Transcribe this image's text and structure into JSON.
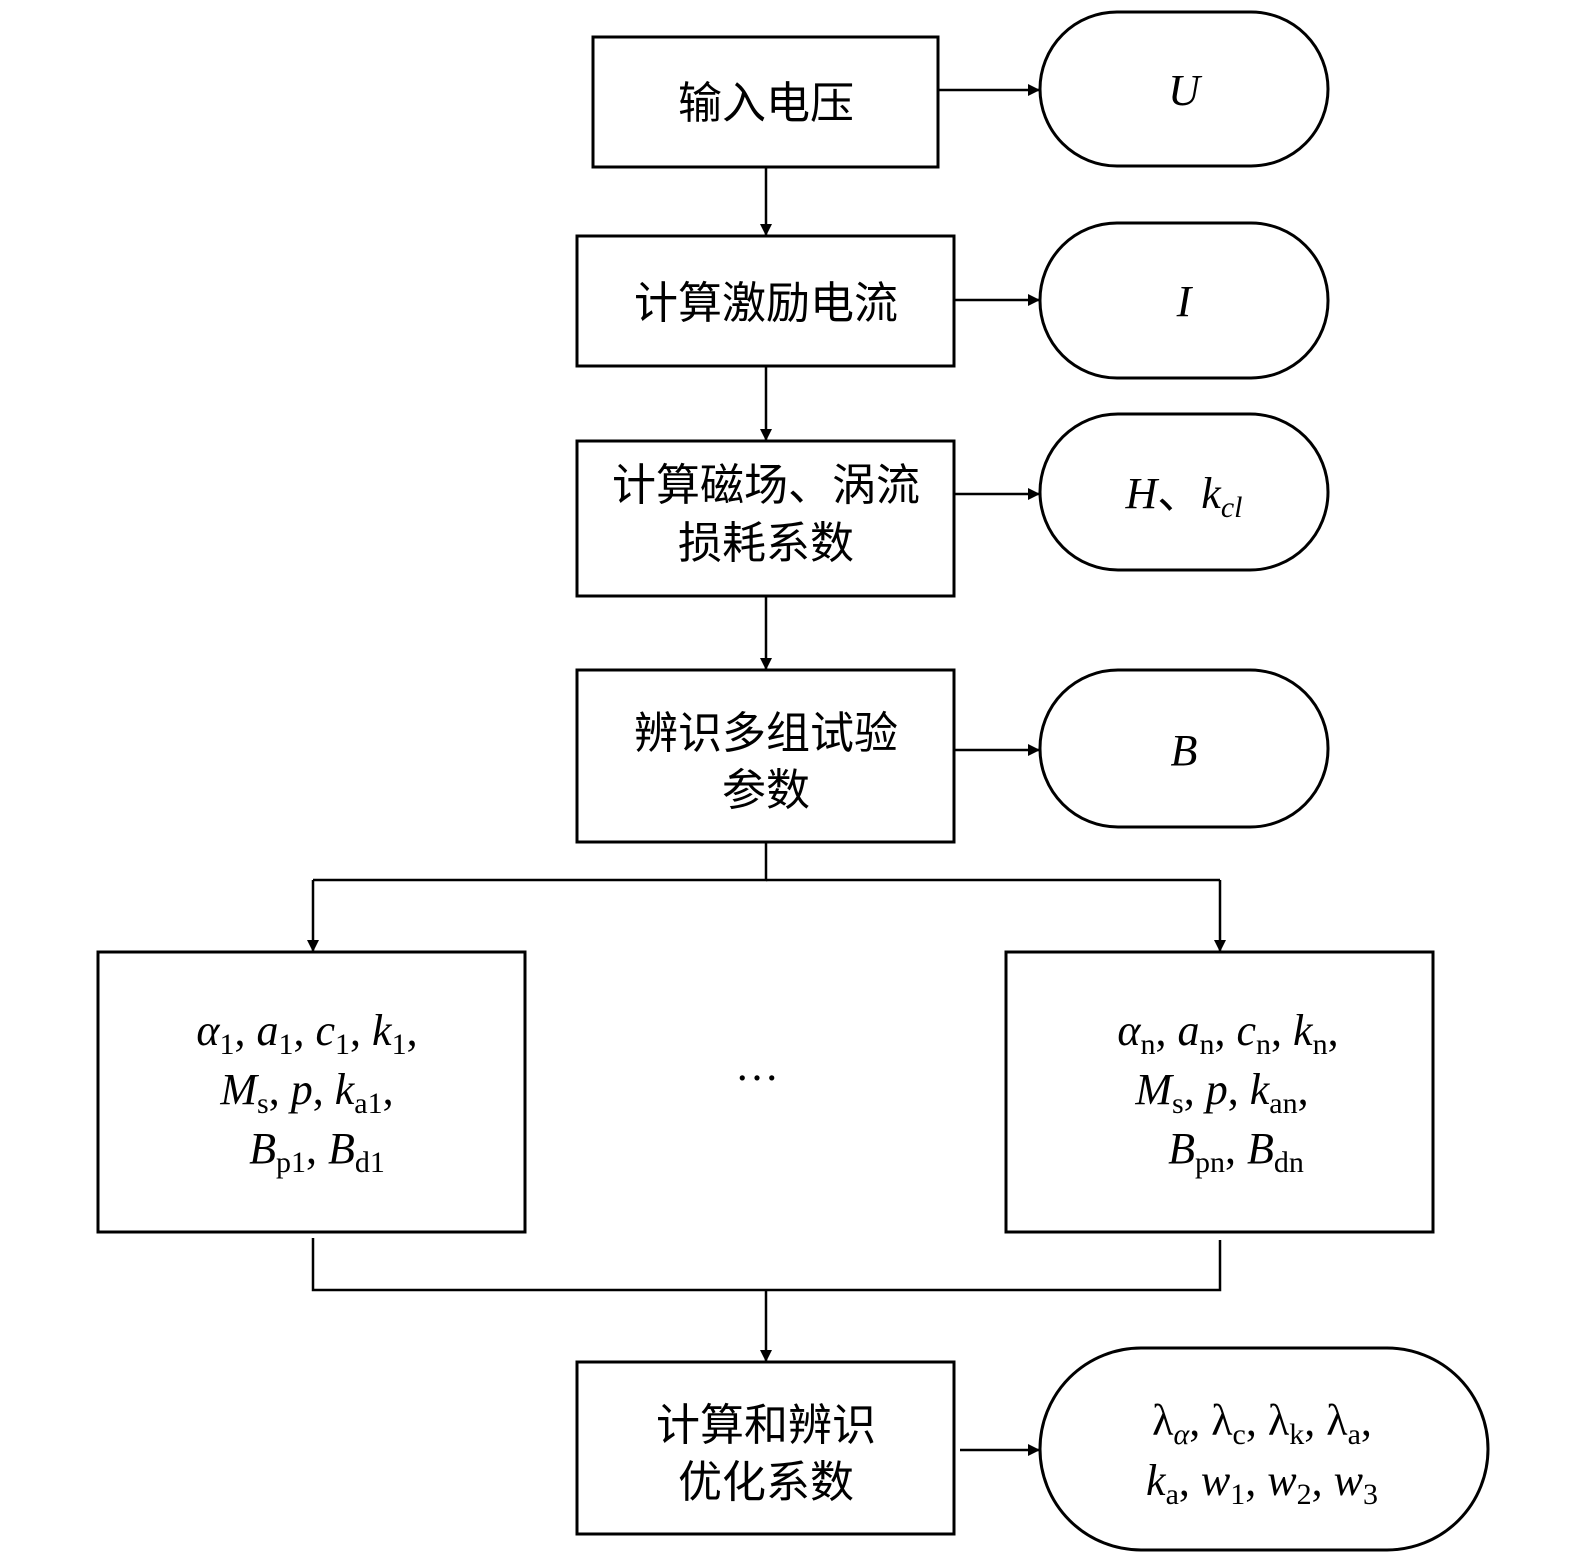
{
  "diagram": {
    "type": "flowchart",
    "steps": [
      {
        "id": "input_voltage",
        "lines": [
          "输入电压"
        ],
        "output": {
          "parts": [
            {
              "t": "U"
            }
          ]
        }
      },
      {
        "id": "calc_current",
        "lines": [
          "计算激励电流"
        ],
        "output": {
          "parts": [
            {
              "t": "I"
            }
          ]
        }
      },
      {
        "id": "calc_field",
        "lines": [
          "计算磁场、涡流",
          "损耗系数"
        ],
        "output": {
          "parts": [
            {
              "t": "H"
            },
            {
              "t": "、",
              "up": true
            },
            {
              "t": "k"
            },
            {
              "t": "cl",
              "sub": true,
              "it": true
            }
          ]
        }
      },
      {
        "id": "identify_params",
        "lines": [
          "辨识多组试验",
          "参数"
        ],
        "output": {
          "parts": [
            {
              "t": "B"
            }
          ]
        }
      }
    ],
    "branches": [
      {
        "id": "group_1",
        "lines": [
          [
            {
              "t": "α"
            },
            {
              "t": "1",
              "sub": true
            },
            {
              "t": ", ",
              "up": true
            },
            {
              "t": "a"
            },
            {
              "t": "1",
              "sub": true
            },
            {
              "t": ", ",
              "up": true
            },
            {
              "t": "c"
            },
            {
              "t": "1",
              "sub": true
            },
            {
              "t": ", ",
              "up": true
            },
            {
              "t": "k"
            },
            {
              "t": "1",
              "sub": true
            },
            {
              "t": ",",
              "up": true
            }
          ],
          [
            {
              "t": "M"
            },
            {
              "t": "s",
              "sub": true
            },
            {
              "t": ", ",
              "up": true
            },
            {
              "t": "p"
            },
            {
              "t": ", ",
              "up": true
            },
            {
              "t": "k"
            },
            {
              "t": "a1",
              "sub": true
            },
            {
              "t": ",",
              "up": true
            }
          ],
          [
            {
              "t": "B"
            },
            {
              "t": "p1",
              "sub": true
            },
            {
              "t": ", ",
              "up": true
            },
            {
              "t": "B"
            },
            {
              "t": "d1",
              "sub": true
            }
          ]
        ]
      },
      {
        "id": "group_n",
        "lines": [
          [
            {
              "t": "α"
            },
            {
              "t": "n",
              "sub": true
            },
            {
              "t": ", ",
              "up": true
            },
            {
              "t": "a"
            },
            {
              "t": "n",
              "sub": true
            },
            {
              "t": ", ",
              "up": true
            },
            {
              "t": "c"
            },
            {
              "t": "n",
              "sub": true
            },
            {
              "t": ", ",
              "up": true
            },
            {
              "t": "k"
            },
            {
              "t": "n",
              "sub": true
            },
            {
              "t": ",",
              "up": true
            }
          ],
          [
            {
              "t": "M"
            },
            {
              "t": "s",
              "sub": true
            },
            {
              "t": ", ",
              "up": true
            },
            {
              "t": "p"
            },
            {
              "t": ", ",
              "up": true
            },
            {
              "t": "k"
            },
            {
              "t": "an",
              "sub": true
            },
            {
              "t": ",",
              "up": true
            }
          ],
          [
            {
              "t": "B"
            },
            {
              "t": "pn",
              "sub": true
            },
            {
              "t": ", ",
              "up": true
            },
            {
              "t": "B"
            },
            {
              "t": "dn",
              "sub": true
            }
          ]
        ]
      }
    ],
    "ellipsis": "…",
    "final_step": {
      "id": "calc_optimization",
      "lines": [
        "计算和辨识",
        "优化系数"
      ],
      "output_lines": [
        [
          {
            "t": "λ",
            "up": true
          },
          {
            "t": "α",
            "sub": true,
            "it": true
          },
          {
            "t": ", ",
            "up": true
          },
          {
            "t": "λ",
            "up": true
          },
          {
            "t": "c",
            "sub": true
          },
          {
            "t": ", ",
            "up": true
          },
          {
            "t": "λ",
            "up": true
          },
          {
            "t": "k",
            "sub": true
          },
          {
            "t": ", ",
            "up": true
          },
          {
            "t": "λ",
            "up": true
          },
          {
            "t": "a",
            "sub": true
          },
          {
            "t": ",",
            "up": true
          }
        ],
        [
          {
            "t": "k"
          },
          {
            "t": "a",
            "sub": true
          },
          {
            "t": ", ",
            "up": true
          },
          {
            "t": "w"
          },
          {
            "t": "1",
            "sub": true
          },
          {
            "t": ", ",
            "up": true
          },
          {
            "t": "w"
          },
          {
            "t": "2",
            "sub": true
          },
          {
            "t": ", ",
            "up": true
          },
          {
            "t": "w"
          },
          {
            "t": "3",
            "sub": true
          }
        ]
      ]
    }
  }
}
